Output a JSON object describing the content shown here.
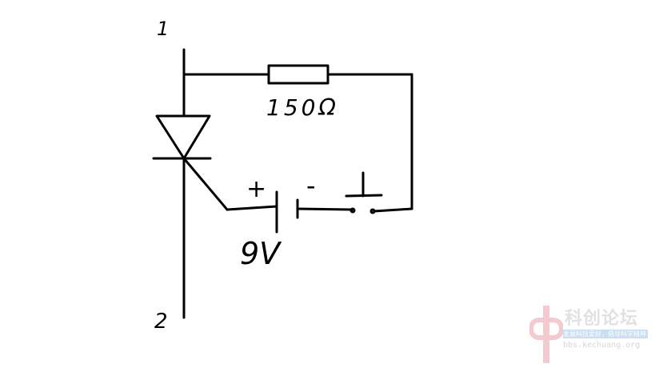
{
  "diagram": {
    "terminal_top": "1",
    "terminal_bottom": "2",
    "resistor_label": "150Ω",
    "battery_plus": "+",
    "battery_minus": "-",
    "battery_voltage": "9V"
  },
  "watermark": {
    "title": "科创论坛",
    "slogan": "发展科技爱好，倡导科学精神",
    "url": "bbs.kechuang.org",
    "color": "#e8a0a8"
  }
}
